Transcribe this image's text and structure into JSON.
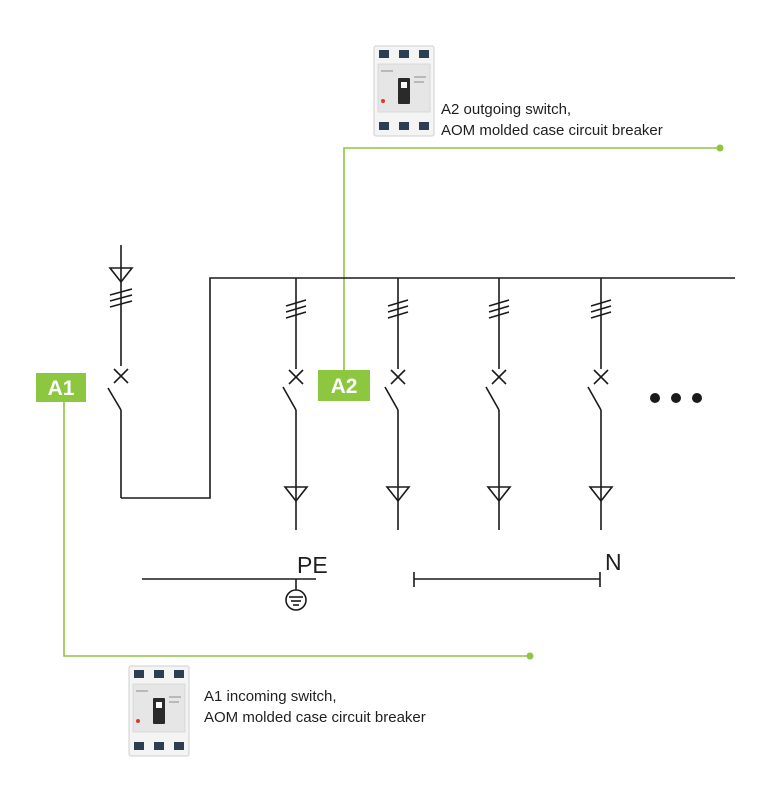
{
  "colors": {
    "accent": "#8dc63f",
    "wire": "#1a1a1a",
    "text": "#1f1f1f"
  },
  "labels": {
    "a1_tag": "A1",
    "a2_tag": "A2",
    "pe": "PE",
    "n": "N"
  },
  "callouts": {
    "a2": {
      "line1": "A2 outgoing switch,",
      "line2": "AOM molded case circuit breaker"
    },
    "a1": {
      "line1": "A1 incoming switch,",
      "line2": "AOM molded case circuit breaker"
    }
  },
  "outgoing_branches_visible": 4,
  "continuation_marker": "ellipsis-dots"
}
